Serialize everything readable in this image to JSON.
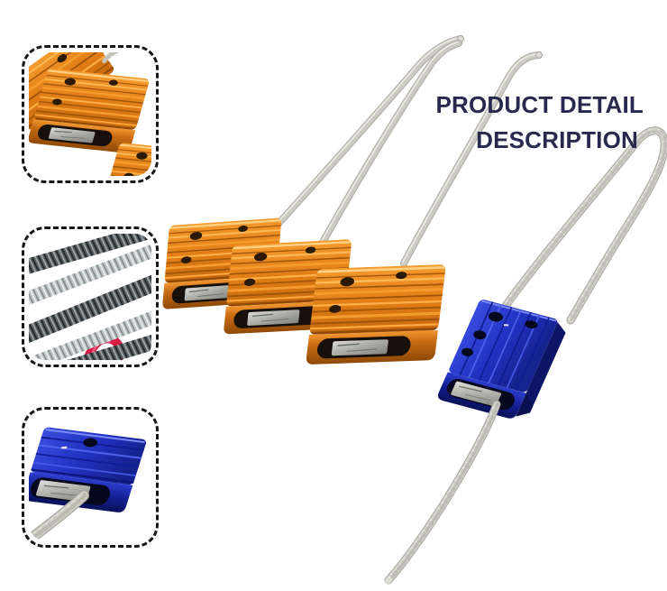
{
  "title": {
    "line1": "PRODUCT DETAIL",
    "line2": "DESCRIPTION"
  },
  "gallery": {
    "thumbnails": [
      {
        "name": "orange-cable-seal-closeup"
      },
      {
        "name": "steel-wire-rope-closeup"
      },
      {
        "name": "blue-cable-seal-closeup"
      }
    ]
  },
  "scene": {
    "orange_seal_count": 3,
    "blue_seal_count": 1
  },
  "colors": {
    "background": "#FFFFFF",
    "title_text": "#292950",
    "seal_orange": "#E8831C",
    "seal_blue": "#2030BE",
    "cable_gray": "#CBCAC2",
    "metal_insert_gray": "#ABABA6",
    "thumbnail_border": "#161616",
    "red_accent": "#E31F4F"
  }
}
